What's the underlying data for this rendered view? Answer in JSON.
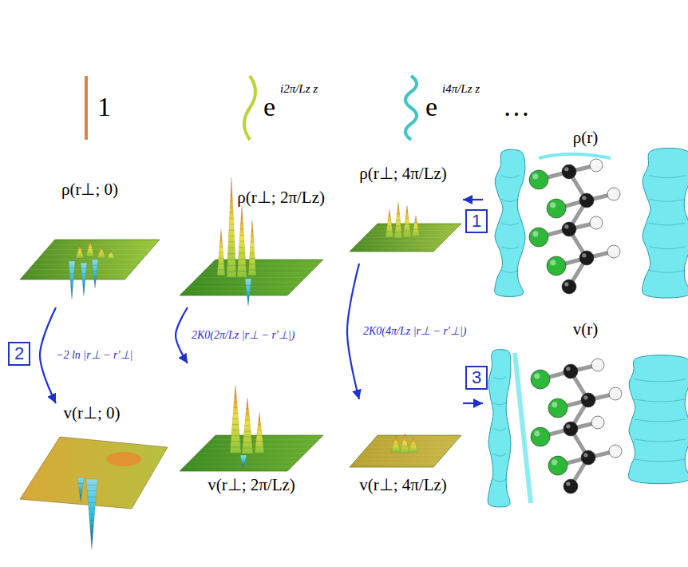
{
  "diagram": {
    "nodes": [
      {
        "text": [
          "ρ(r⊥; 0)"
        ]
      },
      {
        "text": [
          "ρ(r⊥; 2π/Lz)"
        ]
      },
      {
        "text": [
          "ρ(r⊥; 4π/Lz)"
        ]
      },
      {
        "text": [
          "ρ(r)"
        ]
      },
      {
        "text": [
          "v(r⊥; 0)"
        ]
      },
      {
        "text": [
          "v(r⊥; 2π/Lz)"
        ]
      },
      {
        "text": [
          "v(r⊥; 4π/Lz)"
        ]
      },
      {
        "text": [
          "v(r)"
        ]
      }
    ],
    "edges": [
      {
        "from": 3,
        "to": 2,
        "arrow": "to"
      },
      {
        "from": 0,
        "to": 4,
        "label": "−2 ln |r⊥ − r′⊥|",
        "arrow": "to"
      },
      {
        "from": 1,
        "to": 5,
        "label": "2K0(2π/Lz |r⊥ − r′⊥|)",
        "arrow": "to"
      },
      {
        "from": 2,
        "to": 6,
        "label": "2K0(4π/Lz |r⊥ − r′⊥|)",
        "arrow": "to"
      },
      {
        "from": 6,
        "to": 7,
        "arrow": "to"
      }
    ],
    "labels": [
      "1",
      "e",
      "i2π/Lz z",
      "e",
      "i4π/Lz z",
      "…",
      "1",
      "2",
      "3"
    ]
  }
}
